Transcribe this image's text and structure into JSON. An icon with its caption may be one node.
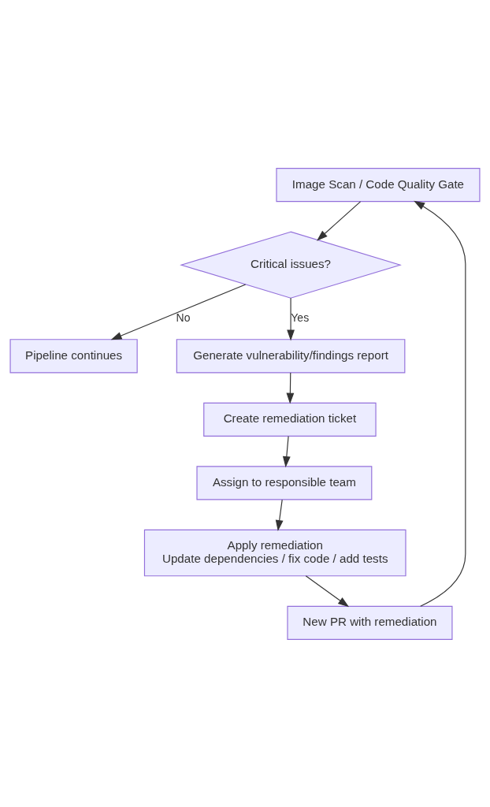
{
  "diagram": {
    "nodes": [
      {
        "text": [
          "Image Scan / Code Quality Gate"
        ]
      },
      {
        "text": [
          "Critical issues?"
        ]
      },
      {
        "text": [
          "Pipeline continues"
        ]
      },
      {
        "text": [
          "Generate vulnerability/findings report"
        ]
      },
      {
        "text": [
          "Create remediation ticket"
        ]
      },
      {
        "text": [
          "Assign to responsible team"
        ]
      },
      {
        "text": [
          "Apply remediation",
          "Update dependencies / fix code / add tests"
        ]
      },
      {
        "text": [
          "New PR with remediation"
        ]
      }
    ],
    "edges": [
      {
        "from": 0,
        "to": 1,
        "arrow": "to"
      },
      {
        "from": 1,
        "to": 2,
        "arrow": "to",
        "label": "No"
      },
      {
        "from": 1,
        "to": 3,
        "arrow": "to",
        "label": "Yes"
      },
      {
        "from": 3,
        "to": 4,
        "arrow": "to"
      },
      {
        "from": 4,
        "to": 5,
        "arrow": "to"
      },
      {
        "from": 5,
        "to": 6,
        "arrow": "to"
      },
      {
        "from": 6,
        "to": 7,
        "arrow": "to"
      },
      {
        "from": 7,
        "to": 0,
        "arrow": "to"
      }
    ]
  }
}
